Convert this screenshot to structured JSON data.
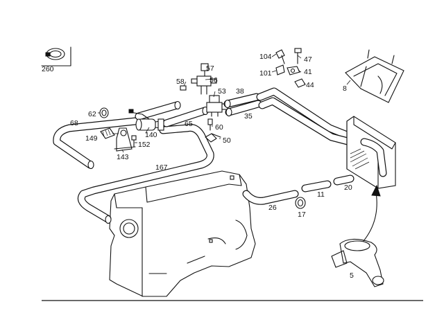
{
  "callouts": [
    {
      "id": "260",
      "text": "260"
    },
    {
      "id": "104",
      "text": "104"
    },
    {
      "id": "47",
      "text": "47"
    },
    {
      "id": "101",
      "text": "101"
    },
    {
      "id": "41",
      "text": "41"
    },
    {
      "id": "44",
      "text": "44"
    },
    {
      "id": "8",
      "text": "8"
    },
    {
      "id": "57",
      "text": "57"
    },
    {
      "id": "58",
      "text": "58"
    },
    {
      "id": "56",
      "text": "56"
    },
    {
      "id": "53",
      "text": "53"
    },
    {
      "id": "38",
      "text": "38"
    },
    {
      "id": "35",
      "text": "35"
    },
    {
      "id": "62",
      "text": "62"
    },
    {
      "id": "68",
      "text": "68"
    },
    {
      "id": "65",
      "text": "65"
    },
    {
      "id": "60",
      "text": "60"
    },
    {
      "id": "149",
      "text": "149"
    },
    {
      "id": "140",
      "text": "140"
    },
    {
      "id": "152",
      "text": "152"
    },
    {
      "id": "50",
      "text": "50"
    },
    {
      "id": "143",
      "text": "143"
    },
    {
      "id": "167",
      "text": "167"
    },
    {
      "id": "20",
      "text": "20"
    },
    {
      "id": "11",
      "text": "11"
    },
    {
      "id": "26",
      "text": "26"
    },
    {
      "id": "17",
      "text": "17"
    },
    {
      "id": "5",
      "text": "5"
    }
  ]
}
